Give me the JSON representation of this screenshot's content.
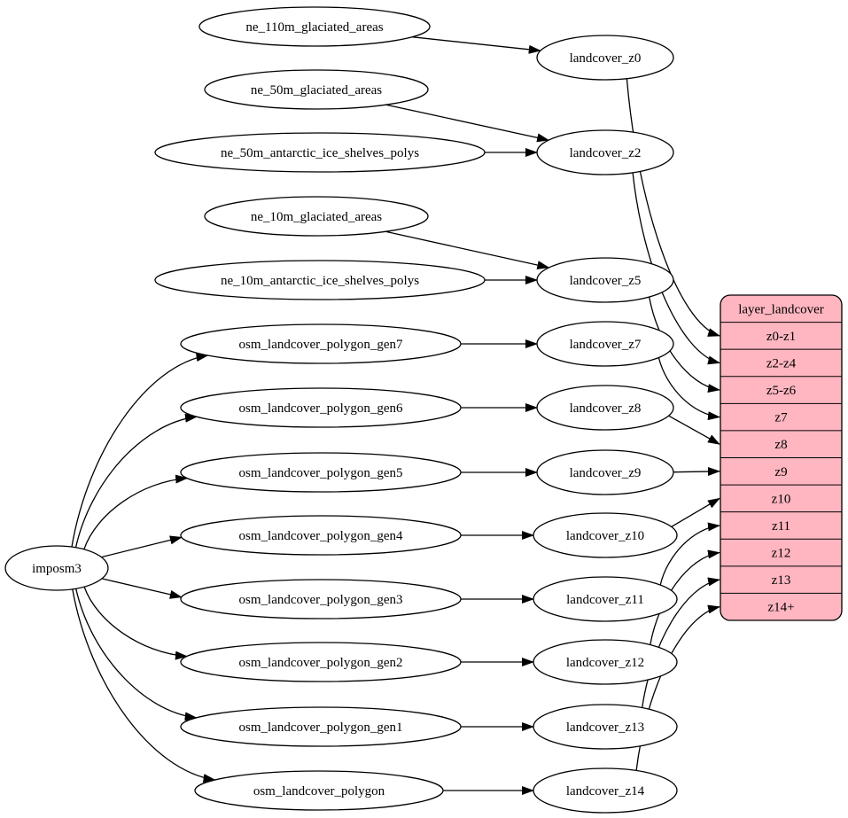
{
  "diagram": {
    "background": "#ffffff",
    "edge_color": "#000000",
    "node_fill": "#ffffff",
    "node_stroke": "#000000",
    "record_fill": "#ffb6c1",
    "text_color": "#000000"
  },
  "nodes": [
    {
      "id": "imposm3",
      "label": "imposm3"
    },
    {
      "id": "ne_110m_glaciated_areas",
      "label": "ne_110m_glaciated_areas"
    },
    {
      "id": "ne_50m_glaciated_areas",
      "label": "ne_50m_glaciated_areas"
    },
    {
      "id": "ne_50m_antarctic_ice_shelves_polys",
      "label": "ne_50m_antarctic_ice_shelves_polys"
    },
    {
      "id": "ne_10m_glaciated_areas",
      "label": "ne_10m_glaciated_areas"
    },
    {
      "id": "ne_10m_antarctic_ice_shelves_polys",
      "label": "ne_10m_antarctic_ice_shelves_polys"
    },
    {
      "id": "osm_landcover_polygon_gen7",
      "label": "osm_landcover_polygon_gen7"
    },
    {
      "id": "osm_landcover_polygon_gen6",
      "label": "osm_landcover_polygon_gen6"
    },
    {
      "id": "osm_landcover_polygon_gen5",
      "label": "osm_landcover_polygon_gen5"
    },
    {
      "id": "osm_landcover_polygon_gen4",
      "label": "osm_landcover_polygon_gen4"
    },
    {
      "id": "osm_landcover_polygon_gen3",
      "label": "osm_landcover_polygon_gen3"
    },
    {
      "id": "osm_landcover_polygon_gen2",
      "label": "osm_landcover_polygon_gen2"
    },
    {
      "id": "osm_landcover_polygon_gen1",
      "label": "osm_landcover_polygon_gen1"
    },
    {
      "id": "osm_landcover_polygon",
      "label": "osm_landcover_polygon"
    },
    {
      "id": "landcover_z0",
      "label": "landcover_z0"
    },
    {
      "id": "landcover_z2",
      "label": "landcover_z2"
    },
    {
      "id": "landcover_z5",
      "label": "landcover_z5"
    },
    {
      "id": "landcover_z7",
      "label": "landcover_z7"
    },
    {
      "id": "landcover_z8",
      "label": "landcover_z8"
    },
    {
      "id": "landcover_z9",
      "label": "landcover_z9"
    },
    {
      "id": "landcover_z10",
      "label": "landcover_z10"
    },
    {
      "id": "landcover_z11",
      "label": "landcover_z11"
    },
    {
      "id": "landcover_z12",
      "label": "landcover_z12"
    },
    {
      "id": "landcover_z13",
      "label": "landcover_z13"
    },
    {
      "id": "landcover_z14",
      "label": "landcover_z14"
    }
  ],
  "record": {
    "id": "layer_landcover",
    "title": "layer_landcover",
    "rows": [
      "z0-z1",
      "z2-z4",
      "z5-z6",
      "z7",
      "z8",
      "z9",
      "z10",
      "z11",
      "z12",
      "z13",
      "z14+"
    ]
  },
  "edges": [
    {
      "from": "ne_110m_glaciated_areas",
      "to": "landcover_z0"
    },
    {
      "from": "ne_50m_glaciated_areas",
      "to": "landcover_z2"
    },
    {
      "from": "ne_50m_antarctic_ice_shelves_polys",
      "to": "landcover_z2"
    },
    {
      "from": "ne_10m_glaciated_areas",
      "to": "landcover_z5"
    },
    {
      "from": "ne_10m_antarctic_ice_shelves_polys",
      "to": "landcover_z5"
    },
    {
      "from": "osm_landcover_polygon_gen7",
      "to": "landcover_z7"
    },
    {
      "from": "osm_landcover_polygon_gen6",
      "to": "landcover_z8"
    },
    {
      "from": "osm_landcover_polygon_gen5",
      "to": "landcover_z9"
    },
    {
      "from": "osm_landcover_polygon_gen4",
      "to": "landcover_z10"
    },
    {
      "from": "osm_landcover_polygon_gen3",
      "to": "landcover_z11"
    },
    {
      "from": "osm_landcover_polygon_gen2",
      "to": "landcover_z12"
    },
    {
      "from": "osm_landcover_polygon_gen1",
      "to": "landcover_z13"
    },
    {
      "from": "osm_landcover_polygon",
      "to": "landcover_z14"
    },
    {
      "from": "imposm3",
      "to": "osm_landcover_polygon_gen7"
    },
    {
      "from": "imposm3",
      "to": "osm_landcover_polygon_gen6"
    },
    {
      "from": "imposm3",
      "to": "osm_landcover_polygon_gen5"
    },
    {
      "from": "imposm3",
      "to": "osm_landcover_polygon_gen4"
    },
    {
      "from": "imposm3",
      "to": "osm_landcover_polygon_gen3"
    },
    {
      "from": "imposm3",
      "to": "osm_landcover_polygon_gen2"
    },
    {
      "from": "imposm3",
      "to": "osm_landcover_polygon_gen1"
    },
    {
      "from": "imposm3",
      "to": "osm_landcover_polygon"
    },
    {
      "from": "landcover_z0",
      "to": "layer_landcover:z0-z1"
    },
    {
      "from": "landcover_z2",
      "to": "layer_landcover:z2-z4"
    },
    {
      "from": "landcover_z5",
      "to": "layer_landcover:z5-z6"
    },
    {
      "from": "landcover_z7",
      "to": "layer_landcover:z7"
    },
    {
      "from": "landcover_z8",
      "to": "layer_landcover:z8"
    },
    {
      "from": "landcover_z9",
      "to": "layer_landcover:z9"
    },
    {
      "from": "landcover_z10",
      "to": "layer_landcover:z10"
    },
    {
      "from": "landcover_z11",
      "to": "layer_landcover:z11"
    },
    {
      "from": "landcover_z12",
      "to": "layer_landcover:z12"
    },
    {
      "from": "landcover_z13",
      "to": "layer_landcover:z13"
    },
    {
      "from": "landcover_z14",
      "to": "layer_landcover:z14+"
    }
  ]
}
